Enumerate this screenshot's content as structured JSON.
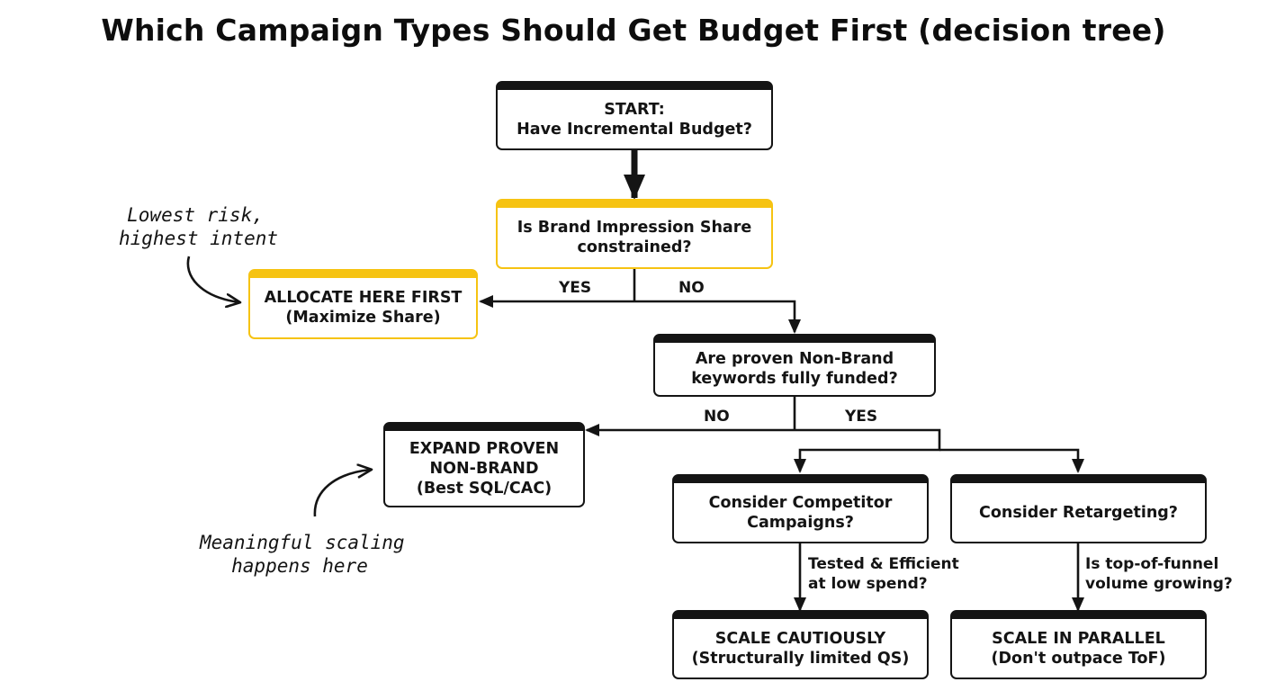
{
  "title": "Which Campaign Types Should Get Budget First (decision tree)",
  "colors": {
    "ink": "#141414",
    "accent": "#f6c312",
    "background": "#ffffff"
  },
  "nodes": {
    "start": {
      "lines": [
        "START:",
        "Have Incremental Budget?"
      ]
    },
    "brand_is": {
      "lines": [
        "Is Brand Impression Share",
        "constrained?"
      ]
    },
    "allocate_first": {
      "lines": [
        "ALLOCATE HERE FIRST",
        "(Maximize Share)"
      ]
    },
    "nonbrand_funded": {
      "lines": [
        "Are proven Non-Brand",
        "keywords fully funded?"
      ]
    },
    "expand_nonbrand": {
      "lines": [
        "EXPAND PROVEN",
        "NON-BRAND",
        "(Best SQL/CAC)"
      ]
    },
    "competitor": {
      "lines": [
        "Consider Competitor",
        "Campaigns?"
      ]
    },
    "retargeting": {
      "lines": [
        "Consider Retargeting?"
      ]
    },
    "scale_cautiously": {
      "lines": [
        "SCALE CAUTIOUSLY",
        "(Structurally limited QS)"
      ]
    },
    "scale_parallel": {
      "lines": [
        "SCALE IN PARALLEL",
        "(Don't outpace ToF)"
      ]
    }
  },
  "edge_labels": {
    "brand_yes": "YES",
    "brand_no": "NO",
    "nonbrand_no": "NO",
    "nonbrand_yes": "YES",
    "competitor_condition": [
      "Tested & Efficient",
      "at low spend?"
    ],
    "retargeting_condition": [
      "Is top-of-funnel",
      "volume growing?"
    ]
  },
  "annotations": {
    "lowest_risk": [
      "Lowest risk,",
      "highest intent"
    ],
    "meaningful_scaling": [
      "Meaningful scaling",
      "happens here"
    ]
  }
}
